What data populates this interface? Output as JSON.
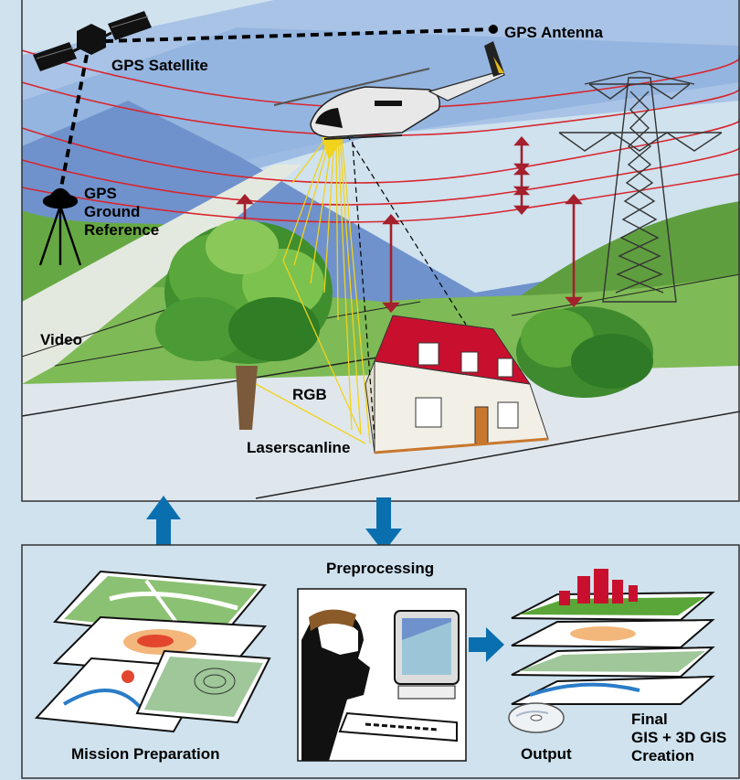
{
  "labels": {
    "gps_satellite": "GPS Satellite",
    "gps_antenna": "GPS Antenna",
    "gps_ground_reference": [
      "GPS",
      "Ground",
      "Reference"
    ],
    "video": "Video",
    "rgb": "RGB",
    "laserscanline": "Laserscanline",
    "preprocessing": "Preprocessing",
    "mission_preparation": "Mission Preparation",
    "output": "Output",
    "final_creation": [
      "Final",
      "GIS + 3D GIS",
      "Creation"
    ]
  },
  "colors": {
    "background": "#cfe2ee",
    "sky": "#8fb1df",
    "hills": "#5faa45",
    "power_lines": "#d8262e",
    "distance_arrows": "#a3202c",
    "laser_beams": "#f2d21a",
    "flow_arrows": "#0a6fae",
    "roof": "#c8102e"
  }
}
